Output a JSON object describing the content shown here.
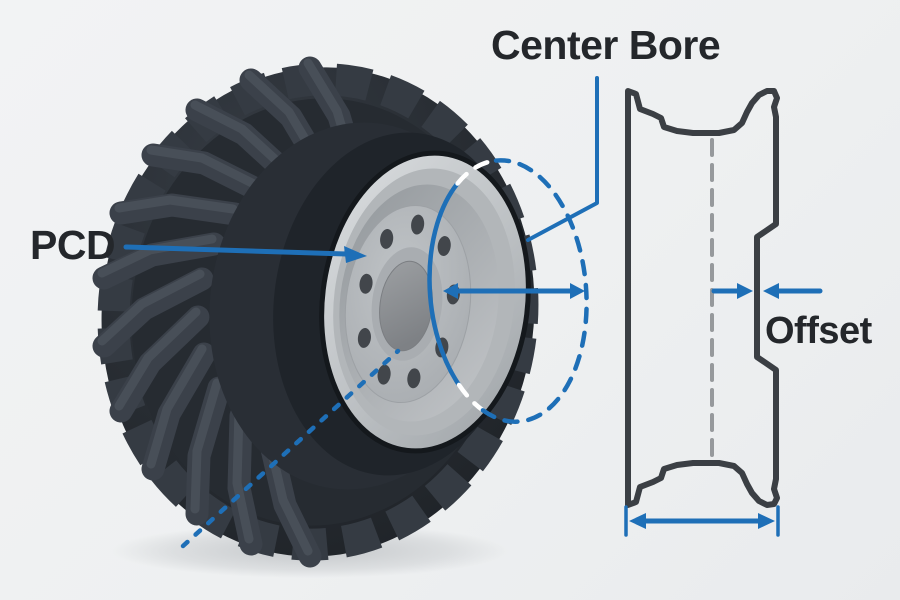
{
  "diagram": {
    "type": "wheel-dimensions-diagram",
    "labels": {
      "pcd": "PCD",
      "center_bore": "Center Bore",
      "offset": "Offset"
    },
    "colors": {
      "accent_blue": "#1e6fb7",
      "background_gray": "#eff0f2",
      "outline_dark": "#3b3f44",
      "centerline_gray": "#96999c",
      "label_text": "#24272b",
      "tire_dark": "#262b31",
      "rim_light_gray": "#c6c9cc",
      "magnifier_white_dash": "#ffffff"
    },
    "shapes": {
      "pcd_indicator": "arrow-to-bolt-circle",
      "center_bore_indicator": "leader-line-plus-dashed-magnifier-circle-with-diameter-arrow",
      "offset_indicator": "two-opposing-arrows-at-mounting-face",
      "rim_width_indicator": "double-headed-arrow-with-end-ticks",
      "rim_cross_section": "outlined-profile-with-dashed-centerline",
      "wheel_bolt_holes": 9
    }
  }
}
